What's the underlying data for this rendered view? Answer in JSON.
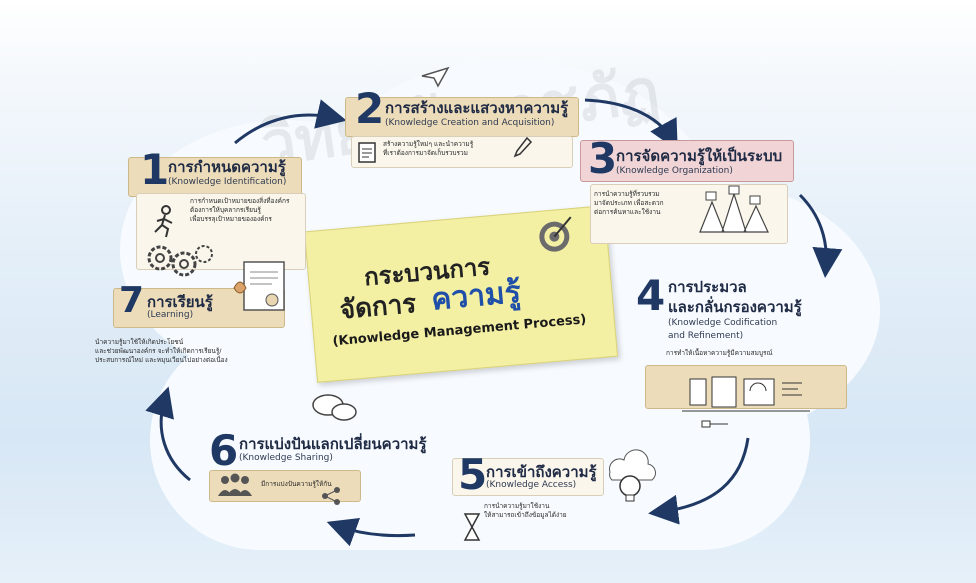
{
  "center": {
    "line1": "กระบวนการ",
    "line2a": "จัดการ",
    "line2b": "ความรู้",
    "line3": "(Knowledge Management Process)"
  },
  "steps": [
    {
      "number": "1",
      "title": "การกำหนดความรู้",
      "subtitle": "(Knowledge Identification)",
      "desc": [
        "การกำหนดเป้าหมายของสิ่งที่องค์กร",
        "ต้องการให้บุคลากรเรียนรู้",
        "เพื่อบรรลุเป้าหมายขององค์กร"
      ]
    },
    {
      "number": "2",
      "title": "การสร้างและแสวงหาความรู้",
      "subtitle": "(Knowledge Creation and Acquisition)",
      "desc": [
        "สร้างความรู้ใหม่ๆ และนำความรู้",
        "ที่เราต้องการมาจัดเก็บรวบรวม"
      ]
    },
    {
      "number": "3",
      "title": "การจัดความรู้ให้เป็นระบบ",
      "subtitle": "(Knowledge Organization)",
      "desc": [
        "การนำความรู้ที่รวบรวม",
        "มาจัดประเภท เพื่อสะดวก",
        "ต่อการค้นหาและใช้งาน"
      ]
    },
    {
      "number": "4",
      "title": "การประมวล",
      "title2": "และกลั่นกรองความรู้",
      "subtitle": "(Knowledge Codification",
      "subtitle2": "and Refinement)",
      "desc": [
        "การทำให้เนื้อหาความรู้มีความสมบูรณ์"
      ]
    },
    {
      "number": "5",
      "title": "การเข้าถึงความรู้",
      "subtitle": "(Knowledge Access)",
      "desc": [
        "การนำความรู้มาใช้งาน",
        "ให้สามารถเข้าถึงข้อมูลได้ง่าย"
      ]
    },
    {
      "number": "6",
      "title": "การแบ่งปันแลกเปลี่ยนความรู้",
      "subtitle": "(Knowledge Sharing)",
      "desc": [
        "มีการแบ่งปันความรู้ให้กัน"
      ]
    },
    {
      "number": "7",
      "title": "การเรียนรู้",
      "subtitle": "(Learning)",
      "desc": [
        "นำความรู้มาใช้ให้เกิดประโยชน์",
        "และช่วยพัฒนาองค์กร จะทำให้เกิดการเรียนรู้/",
        "ประสบการณ์ใหม่ และหมุนเวียนไปอย่างต่อเนื่อง"
      ]
    }
  ],
  "watermark": "วิทยาลัยราชภัฏ",
  "colors": {
    "navy": "#1f3864",
    "beige": "#ecdcb9",
    "pink": "#f1d5d6",
    "note": "#f3efa3",
    "blue_title": "#1f4fa8"
  }
}
